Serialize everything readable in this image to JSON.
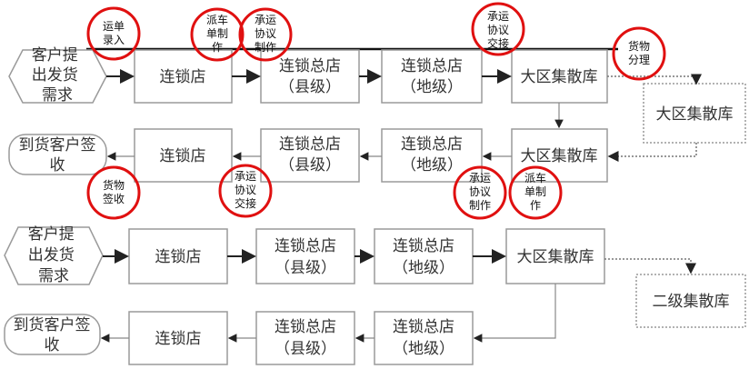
{
  "nodes": {
    "customer_request": [
      "客户提",
      "出发货",
      "需求"
    ],
    "chain_store": "连锁店",
    "county_store": [
      "连锁总店",
      "（县级）"
    ],
    "city_store": [
      "连锁总店",
      "（地级）"
    ],
    "regional_hub": "大区集散库",
    "secondary_hub": "二级集散库",
    "customer_sign": [
      "到货客户签",
      "收"
    ]
  },
  "annotations": {
    "waybill_entry": [
      "运单",
      "录入"
    ],
    "dispatch_order": [
      "派车",
      "单制",
      "作"
    ],
    "contract_making": [
      "承运",
      "协议",
      "制作"
    ],
    "contract_handover": [
      "承运",
      "协议",
      "交接"
    ],
    "goods_sorting": [
      "货物",
      "分理"
    ],
    "goods_receipt": [
      "货物",
      "签收"
    ]
  },
  "colors": {
    "highlight": "#e01010"
  }
}
